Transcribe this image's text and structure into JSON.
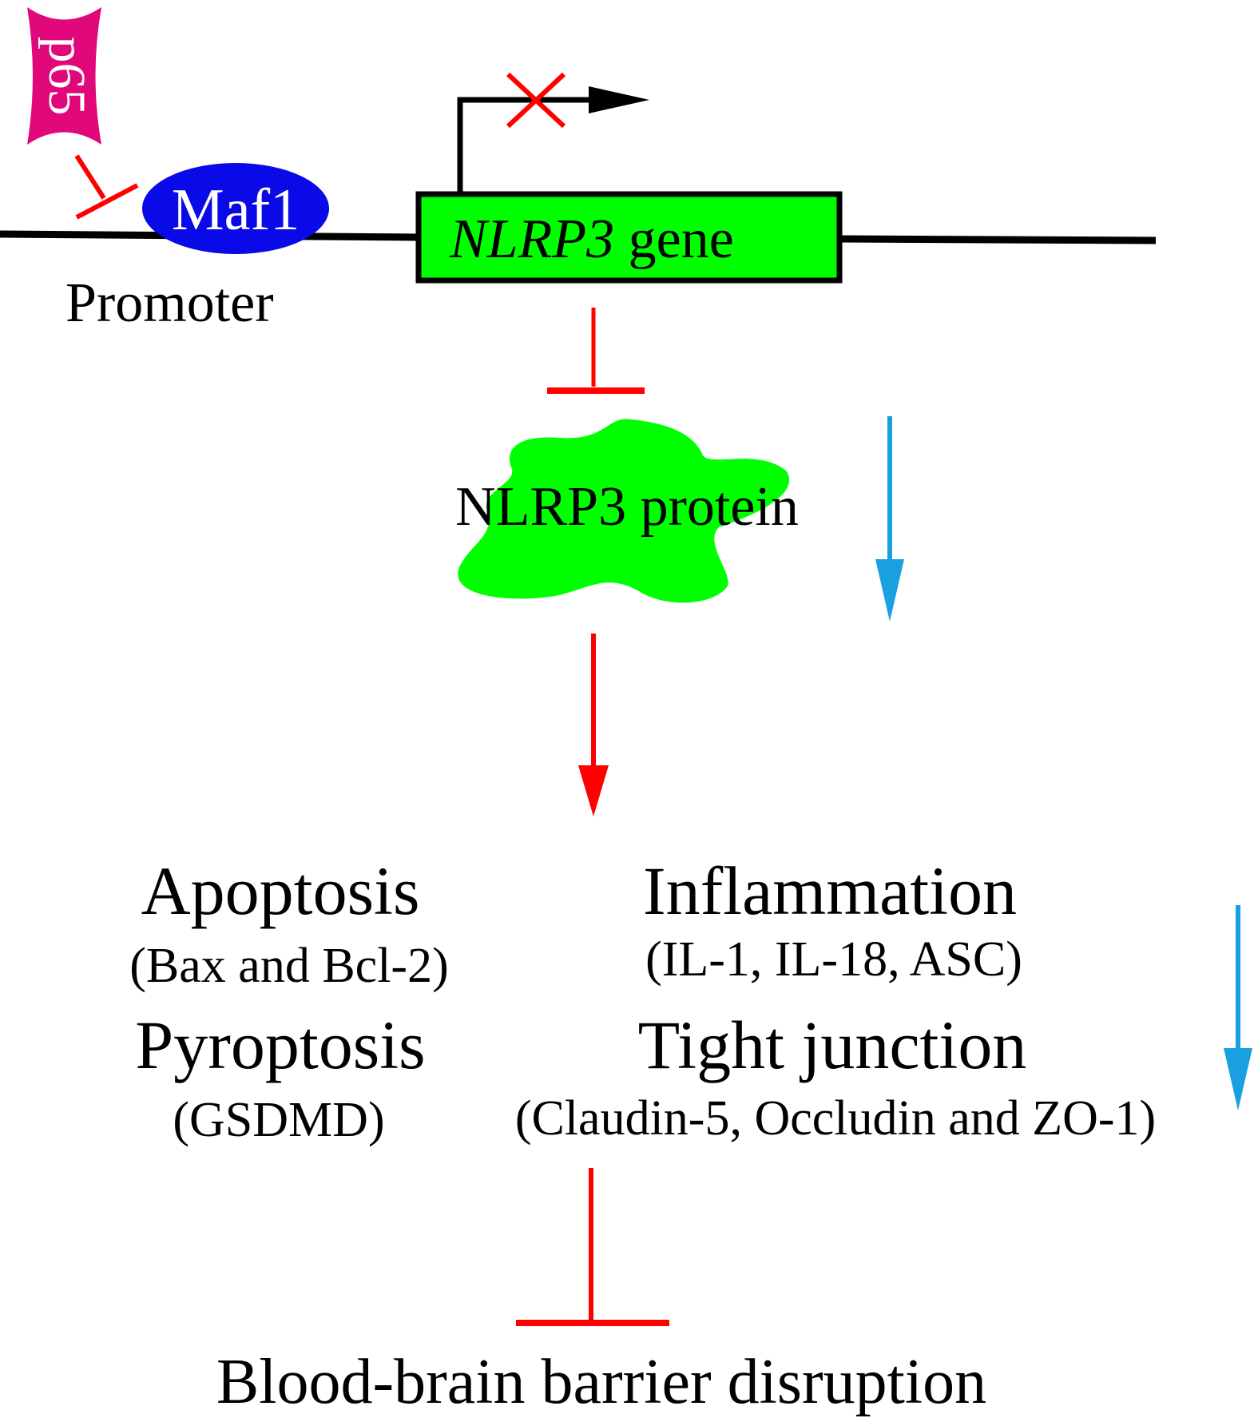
{
  "labels": {
    "p65": "p65",
    "maf1": "Maf1",
    "promoter": "Promoter",
    "gene_italic": "NLRP3",
    "gene_suffix": " gene",
    "protein": "NLRP3 protein",
    "apoptosis": "Apoptosis",
    "apoptosis_markers": "(Bax and Bcl-2)",
    "inflammation": "Inflammation",
    "inflammation_markers": "(IL-1, IL-18, ASC)",
    "pyroptosis": "Pyroptosis",
    "pyroptosis_markers": "(GSDMD)",
    "tight_junction": "Tight junction",
    "tight_junction_markers": "(Claudin-5, Occludin and ZO-1)",
    "outcome": "Blood-brain barrier disruption"
  },
  "colors": {
    "p65": "#e0087a",
    "maf1": "#0a0ae8",
    "gene": "#00ff00",
    "inhibit": "#ff0000",
    "decrease": "#1aa0e0"
  }
}
